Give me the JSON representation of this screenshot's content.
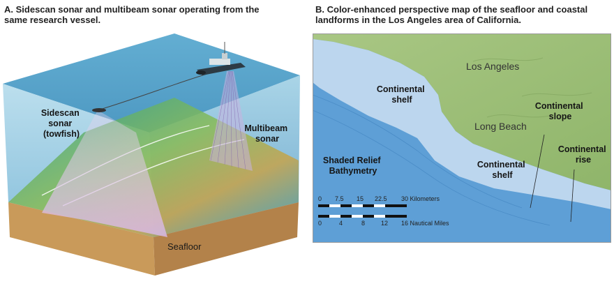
{
  "panel_a": {
    "caption": "A. Sidescan sonar and multibeam sonar operating from the\nsame research vessel.",
    "labels": {
      "sidescan": [
        "Sidescan",
        "sonar",
        "(towfish)"
      ],
      "multibeam": [
        "Multibeam",
        "sonar"
      ],
      "seafloor": "Seafloor"
    }
  },
  "panel_b": {
    "caption": "B. Color-enhanced perspective map of the seafloor and coastal\nlandforms in the Los Angeles area of California.",
    "labels": {
      "los_angeles": "Los Angeles",
      "long_beach": "Long Beach",
      "shelf_1": [
        "Continental",
        "shelf"
      ],
      "shelf_2": [
        "Continental",
        "shelf"
      ],
      "slope": [
        "Continental",
        "slope"
      ],
      "rise": [
        "Continental",
        "rise"
      ],
      "relief": [
        "Shaded Relief",
        "Bathymetry"
      ]
    },
    "scale_km": {
      "ticks": [
        "0",
        "7.5",
        "15",
        "22.5"
      ],
      "end": "30 Kilometers"
    },
    "scale_nm": {
      "ticks": [
        "0",
        "4",
        "8",
        "12"
      ],
      "end": "16 Nautical Miles"
    }
  },
  "colors": {
    "land": "#9fbf7a",
    "shelf": "#bcd6ee",
    "deep_water": "#5e9fd6",
    "water_top": "#58a3c9"
  }
}
